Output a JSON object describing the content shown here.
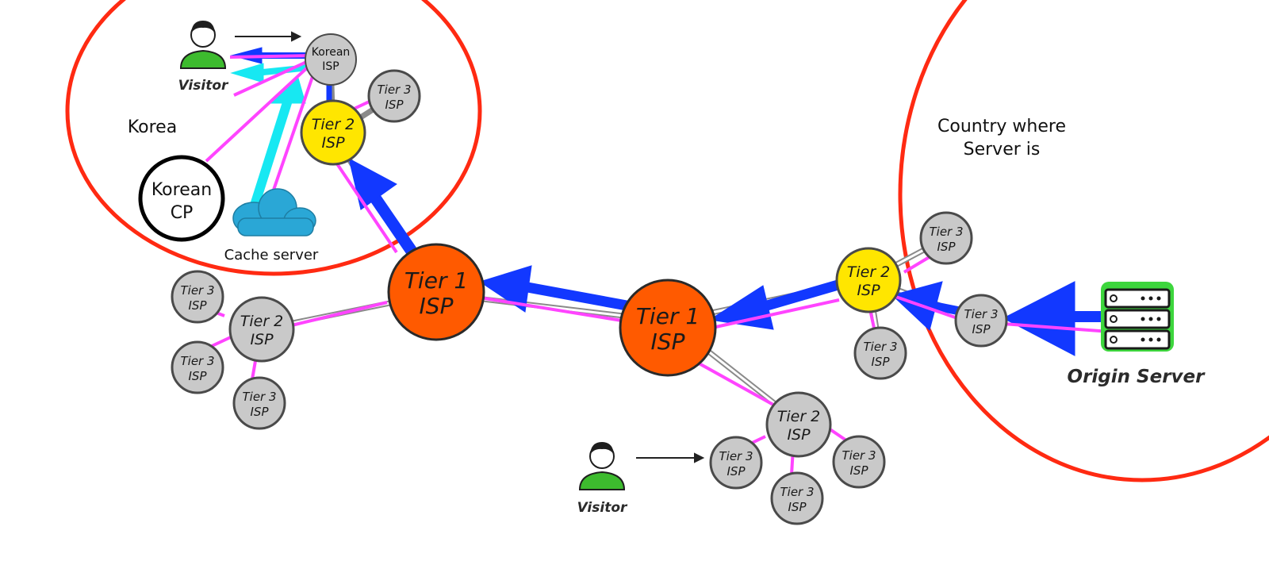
{
  "colors": {
    "region_border": "#ff2a12",
    "tier1": "#ff5a00",
    "tier2_highlight": "#ffe600",
    "tier_default": "#c9c9c9",
    "path_main": "#1238ff",
    "path_cache": "#17e8f2",
    "link_route": "#ff44ff",
    "link_gray": "#7a7a7a",
    "server_green": "#3dd63d",
    "cloud_blue": "#2aa7d6"
  },
  "regions": {
    "korea": {
      "label": "Korea"
    },
    "server_country": {
      "label_line1": "Country where",
      "label_line2": "Server is"
    }
  },
  "nodes": {
    "korean_isp": {
      "line1": "Korean",
      "line2": "ISP"
    },
    "korean_cp": {
      "line1": "Korean",
      "line2": "CP"
    },
    "cache_server": {
      "label": "Cache server",
      "icon": "cloud-icon"
    },
    "origin_server": {
      "label": "Origin Server",
      "icon": "server-rack-icon"
    },
    "visitor_korea": {
      "label": "Visitor",
      "icon": "person-icon"
    },
    "visitor_bottom": {
      "label": "Visitor",
      "icon": "person-icon"
    },
    "tier1": {
      "line1": "Tier 1",
      "line2": "ISP"
    },
    "tier2": {
      "line1": "Tier 2",
      "line2": "ISP"
    },
    "tier3": {
      "line1": "Tier 3",
      "line2": "ISP"
    }
  }
}
